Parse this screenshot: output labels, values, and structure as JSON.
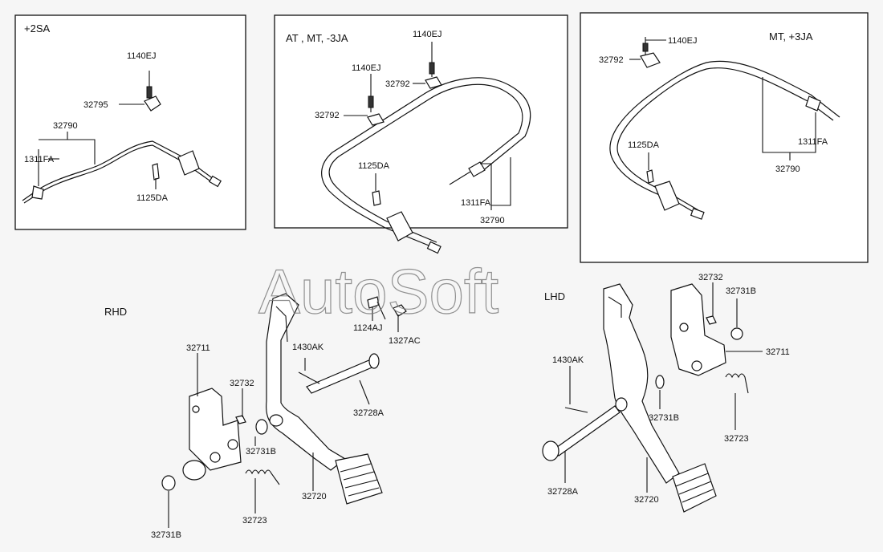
{
  "watermark": "AutoSoft",
  "boxes": {
    "box1_title": "+2SA",
    "box2_title": "AT , MT, -3JA",
    "box3_title": "MT, +3JA"
  },
  "sections": {
    "rhd": "RHD",
    "lhd": "LHD"
  },
  "labels": {
    "b1_1140EJ": "1140EJ",
    "b1_32795": "32795",
    "b1_32790": "32790",
    "b1_1311FA": "1311FA",
    "b1_1125DA": "1125DA",
    "b2_1140EJ_a": "1140EJ",
    "b2_1140EJ_b": "1140EJ",
    "b2_32792_a": "32792",
    "b2_32792_b": "32792",
    "b2_1125DA": "1125DA",
    "b2_1311FA": "1311FA",
    "b2_32790": "32790",
    "b3_1140EJ": "1140EJ",
    "b3_32792": "32792",
    "b3_1125DA": "1125DA",
    "b3_1311FA": "1311FA",
    "b3_32790": "32790",
    "m_1124AJ": "1124AJ",
    "m_1327AC": "1327AC",
    "r_32711": "32711",
    "r_32732": "32732",
    "r_1430AK": "1430AK",
    "r_32728A": "32728A",
    "r_32731B_a": "32731B",
    "r_32731B_b": "32731B",
    "r_32723": "32723",
    "r_32720": "32720",
    "l_32732": "32732",
    "l_32731B_a": "32731B",
    "l_32711": "32711",
    "l_1430AK": "1430AK",
    "l_32731B_b": "32731B",
    "l_32723": "32723",
    "l_32728A": "32728A",
    "l_32720": "32720"
  }
}
